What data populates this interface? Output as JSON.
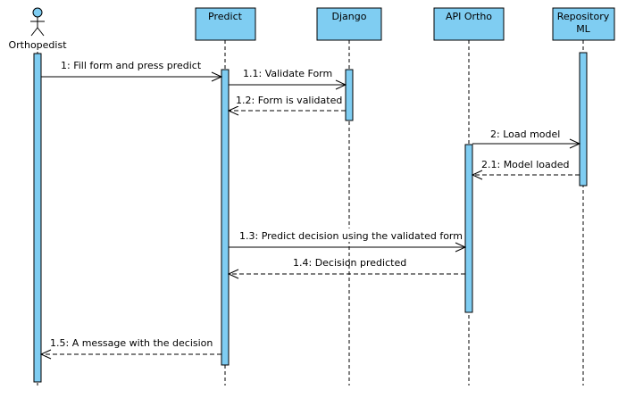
{
  "participants": [
    {
      "id": "orthopedist",
      "lines": [
        "Orthopedist"
      ],
      "kind": "actor"
    },
    {
      "id": "predict",
      "lines": [
        "Predict"
      ],
      "kind": "box"
    },
    {
      "id": "django",
      "lines": [
        "Django"
      ],
      "kind": "box"
    },
    {
      "id": "api_ortho",
      "lines": [
        "API Ortho"
      ],
      "kind": "box"
    },
    {
      "id": "repository_ml",
      "lines": [
        "Repository",
        "ML"
      ],
      "kind": "box"
    }
  ],
  "messages": [
    {
      "label": "1: Fill form and press predict",
      "from": "orthopedist",
      "to": "predict",
      "type": "call"
    },
    {
      "label": "1.1: Validate Form",
      "from": "predict",
      "to": "django",
      "type": "call"
    },
    {
      "label": "1.2: Form is validated",
      "from": "django",
      "to": "predict",
      "type": "return"
    },
    {
      "label": "2: Load model",
      "from": "api_ortho",
      "to": "repository_ml",
      "type": "call"
    },
    {
      "label": "2.1: Model loaded",
      "from": "repository_ml",
      "to": "api_ortho",
      "type": "return"
    },
    {
      "label": "1.3: Predict decision using the validated form",
      "from": "predict",
      "to": "api_ortho",
      "type": "call"
    },
    {
      "label": "1.4: Decision predicted",
      "from": "api_ortho",
      "to": "predict",
      "type": "return"
    },
    {
      "label": "1.5: A message with the decision",
      "from": "predict",
      "to": "orthopedist",
      "type": "return"
    }
  ],
  "colors": {
    "lifeline_fill": "#7fcdf2",
    "stroke": "#000000",
    "background": "#ffffff"
  }
}
